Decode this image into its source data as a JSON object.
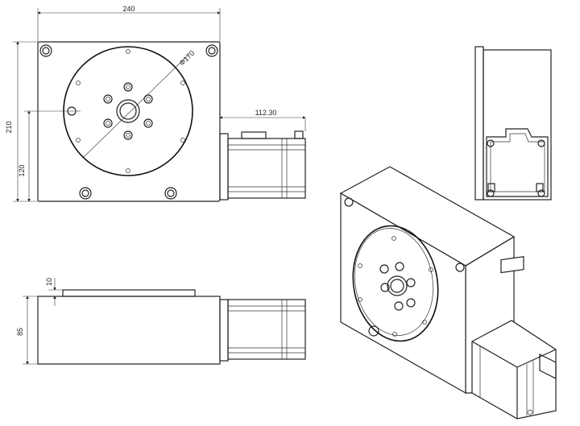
{
  "dimensions": {
    "width": "240",
    "height": "210",
    "center_height": "120",
    "diameter": "Φ170",
    "motor_length": "112.30",
    "plate_thickness": "10",
    "body_height": "85"
  }
}
